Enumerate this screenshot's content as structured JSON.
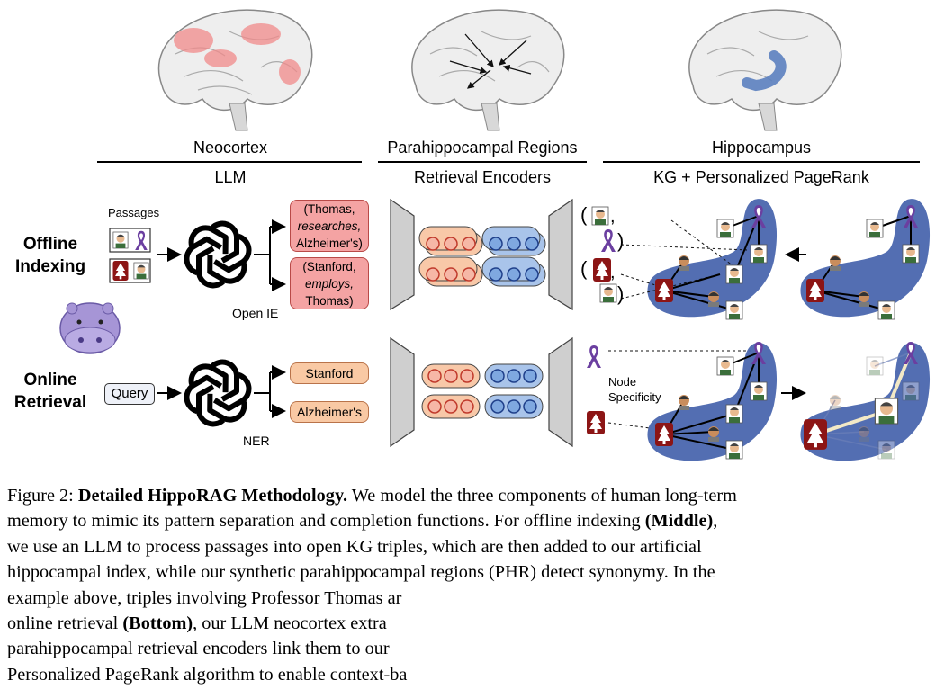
{
  "figure": {
    "sections": {
      "neocortex": "Neocortex",
      "parahippocampal": "Parahippocampal Regions",
      "hippocampus": "Hippocampus"
    },
    "components": {
      "llm": "LLM",
      "retrieval_encoders": "Retrieval Encoders",
      "kg_ppr": "KG + Personalized PageRank"
    },
    "rows": {
      "offline": [
        "Offline",
        "Indexing"
      ],
      "online": [
        "Online",
        "Retrieval"
      ]
    },
    "passages_label": "Passages",
    "open_ie_label": "Open IE",
    "ner_label": "NER",
    "query_label": "Query",
    "triples": [
      {
        "line1": "(Thomas,",
        "line2": "researches,",
        "line3": "Alzheimer's)"
      },
      {
        "line1": "(Stanford,",
        "line2": "employs,",
        "line3": "Thomas)"
      }
    ],
    "entities": [
      "Stanford",
      "Alzheimer's"
    ],
    "node_specificity": [
      "Node",
      "Specificity"
    ],
    "paren_open": "(",
    "paren_close": ")",
    "comma": ","
  },
  "caption": {
    "figure_label": "Figure 2:",
    "title_bold": "Detailed HippoRAG Methodology.",
    "line1_rest": " We model the three components of human long-term",
    "line2_pre": "memory to mimic its pattern separation and completion functions. For offline indexing ",
    "line2_bold": "(Middle)",
    "line2_post": ",",
    "line3": "we use an LLM to process passages into open KG triples, which are then added to our artificial",
    "line4": "hippocampal index, while our synthetic parahippocampal regions (PHR) detect synonymy. In the",
    "line5": "example above, triples involving Professor Thomas ar",
    "line6_pre": "online retrieval ",
    "line6_bold": "(Bottom)",
    "line6_post": ", our LLM neocortex extra",
    "line7": "parahippocampal retrieval encoders link them to our",
    "line8": "Personalized PageRank algorithm to enable context-ba"
  },
  "colors": {
    "brain_fill": "#eeeeee",
    "neocortex_highlight": "#f08a8a",
    "hippocampus_highlight": "#5b7fbf",
    "kg_blob": "#4a66ae",
    "triple_box": "#f4a3a3",
    "entity_box": "#f9c9a4",
    "encoder_orange": "#f8c8a8",
    "encoder_blue": "#a9c4ea",
    "stanford_red": "#8c1515",
    "ribbon_purple": "#6b3fa0",
    "hippo_purple": "#a695d6"
  }
}
